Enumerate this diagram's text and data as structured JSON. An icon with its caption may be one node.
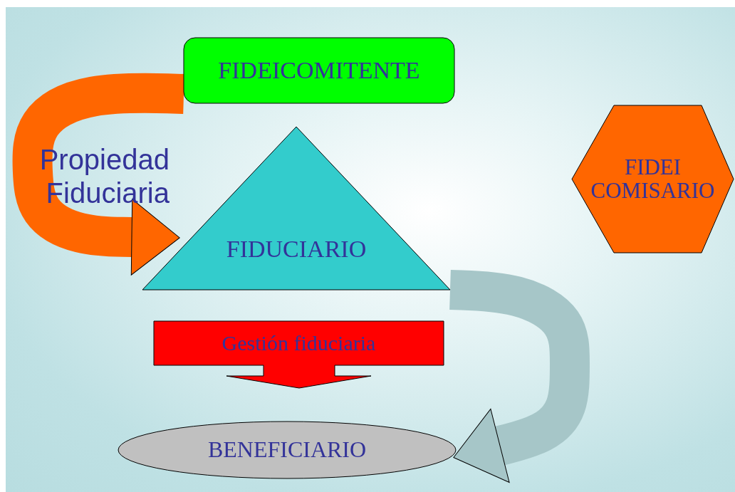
{
  "diagram": {
    "nodes": [
      {
        "text": [
          "FIDEICOMITENTE"
        ]
      },
      {
        "text": [
          "FIDUCIARIO"
        ]
      },
      {
        "text": [
          "FIDEI COMISARIO"
        ]
      },
      {
        "text": [
          "Gestión fiduciaria"
        ]
      },
      {
        "text": [
          "BENEFICIARIO"
        ]
      }
    ],
    "edges": [
      {
        "from": 0,
        "to": 1,
        "arrow": "to",
        "label": "Propiedad Fiduciaria",
        "color": "#ff6600"
      },
      {
        "from": 1,
        "to": 4,
        "arrow": "to",
        "color": "#a6c6c8"
      }
    ]
  }
}
